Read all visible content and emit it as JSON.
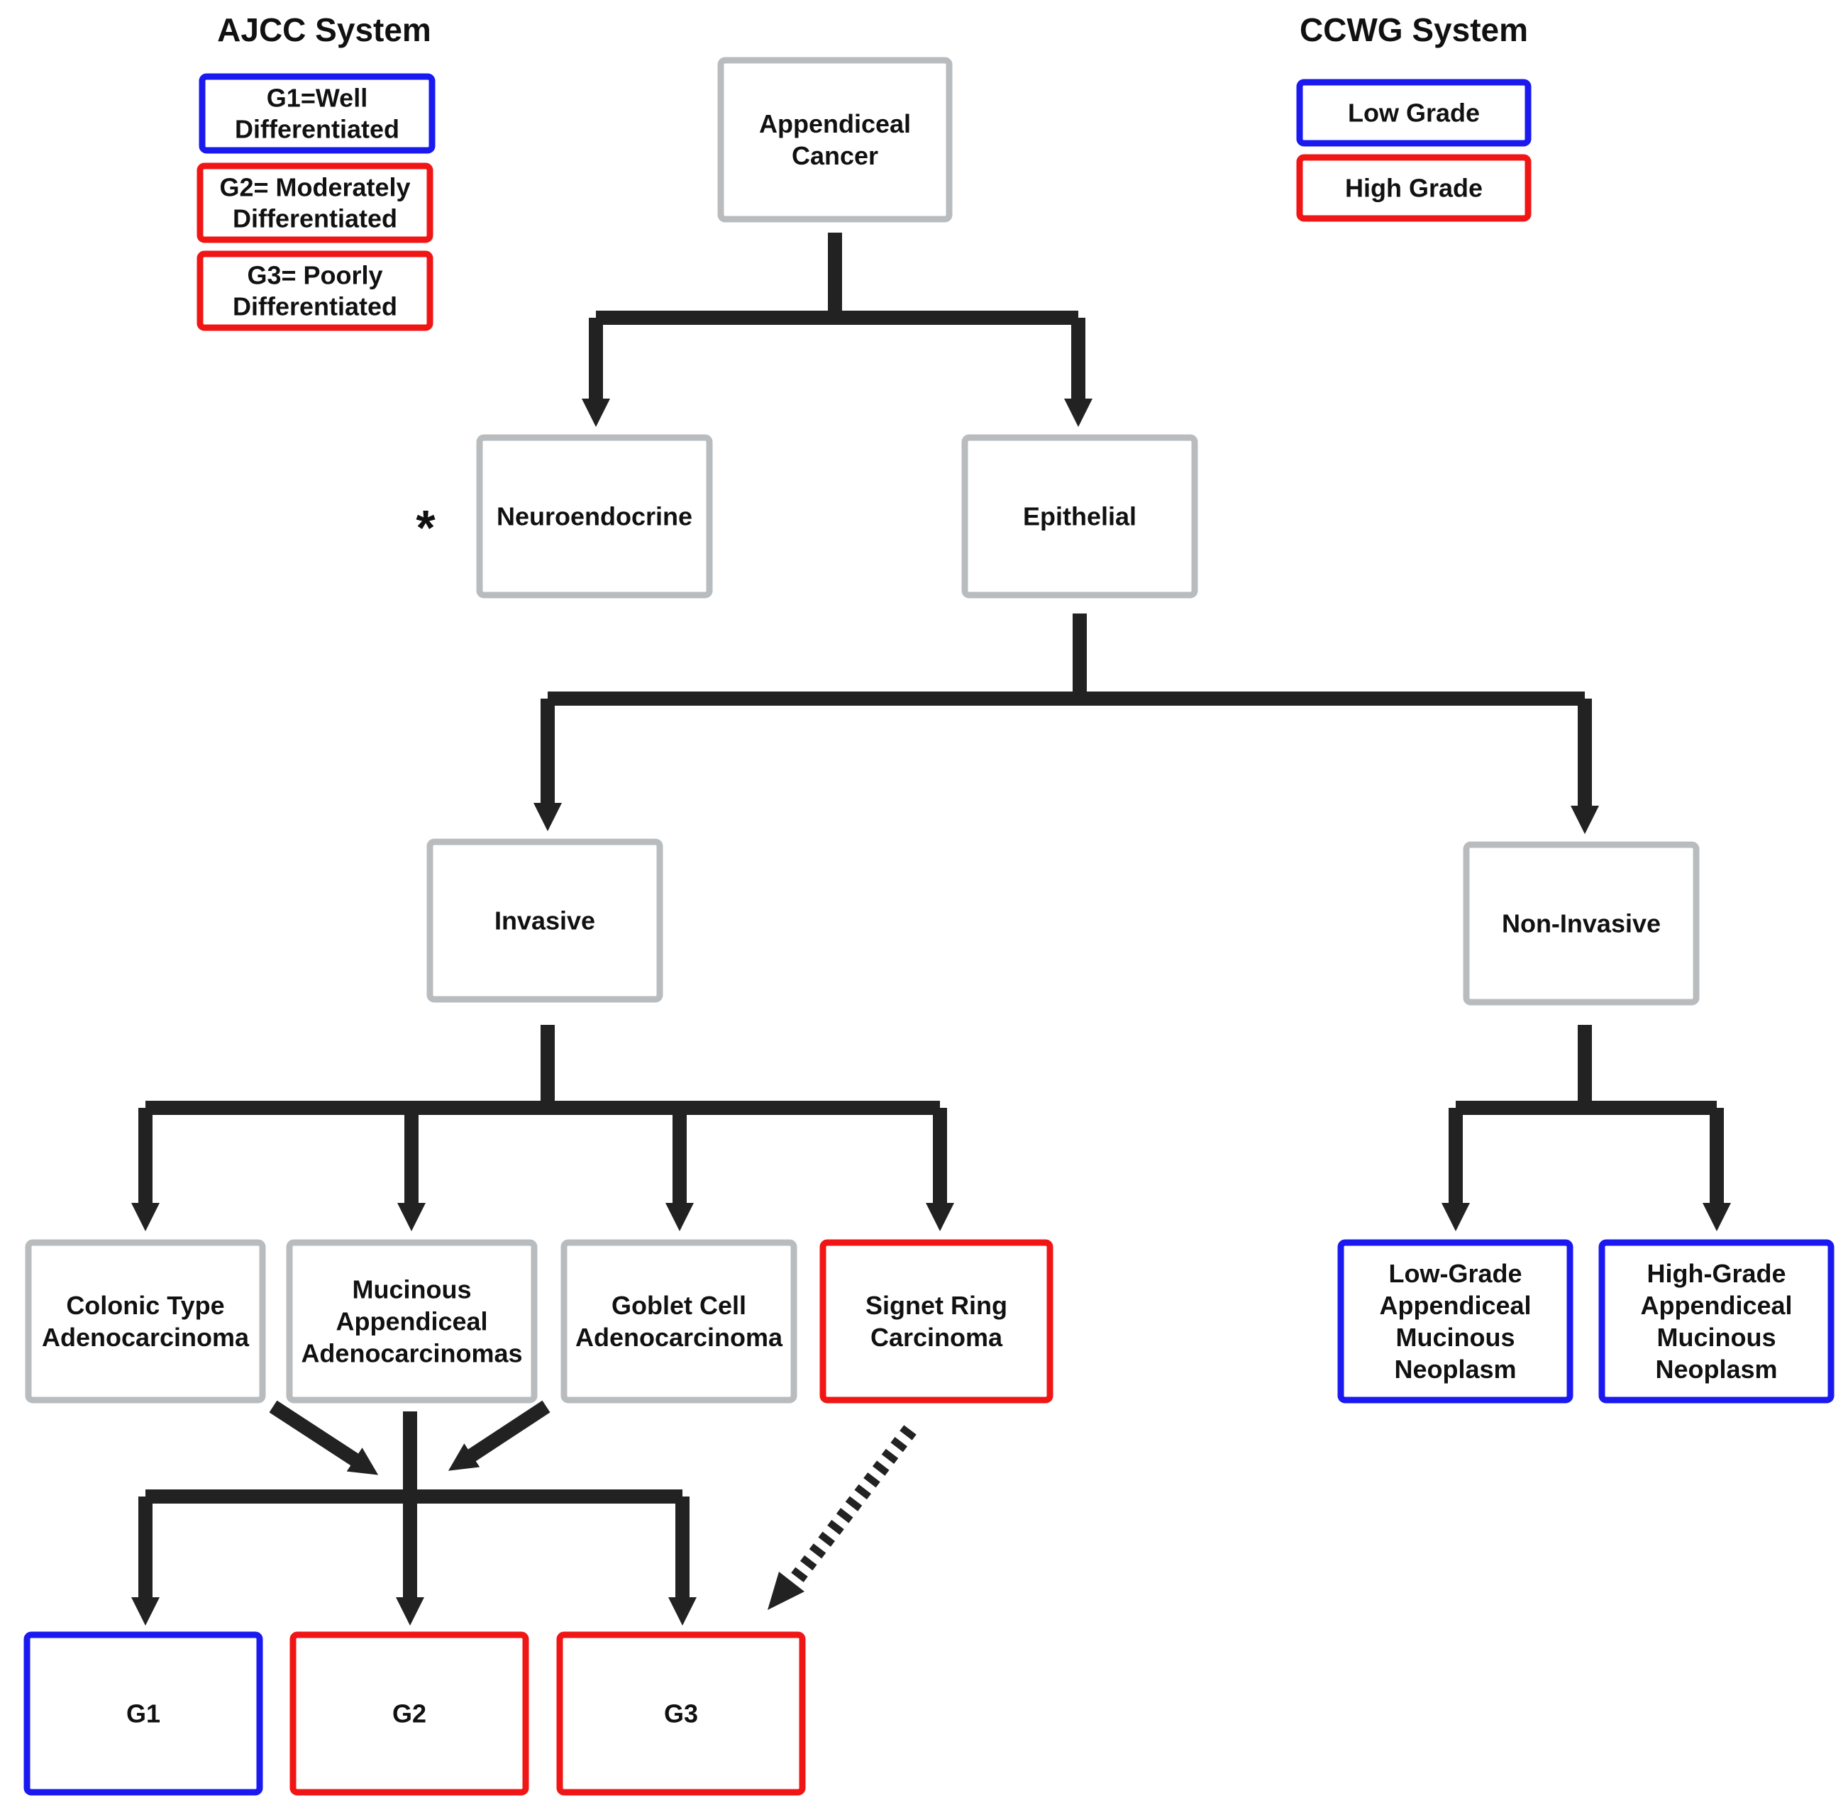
{
  "colors": {
    "gray_border": "#b9bcbf",
    "blue_border": "#1a1af0",
    "red_border": "#f01616",
    "connector": "#222222",
    "text": "#111111"
  },
  "legends": {
    "ajcc": {
      "title": "AJCC System",
      "items": [
        {
          "lines": [
            "G1=Well",
            "Differentiated"
          ],
          "color": "blue"
        },
        {
          "lines": [
            "G2= Moderately",
            "Differentiated"
          ],
          "color": "red"
        },
        {
          "lines": [
            "G3= Poorly",
            "Differentiated"
          ],
          "color": "red"
        }
      ]
    },
    "ccwg": {
      "title": "CCWG System",
      "items": [
        {
          "lines": [
            "Low Grade"
          ],
          "color": "blue"
        },
        {
          "lines": [
            "High Grade"
          ],
          "color": "red"
        }
      ]
    }
  },
  "nodes": {
    "appendiceal_cancer": {
      "lines": [
        "Appendiceal",
        "Cancer"
      ],
      "color": "gray"
    },
    "neuroendocrine": {
      "lines": [
        "Neuroendocrine"
      ],
      "color": "gray",
      "marker": "*"
    },
    "epithelial": {
      "lines": [
        "Epithelial"
      ],
      "color": "gray"
    },
    "invasive": {
      "lines": [
        "Invasive"
      ],
      "color": "gray"
    },
    "non_invasive": {
      "lines": [
        "Non-Invasive"
      ],
      "color": "gray"
    },
    "colonic_type": {
      "lines": [
        "Colonic Type",
        "Adenocarcinoma"
      ],
      "color": "gray"
    },
    "mucinous_appendiceal": {
      "lines": [
        "Mucinous",
        "Appendiceal",
        "Adenocarcinomas"
      ],
      "color": "gray"
    },
    "goblet_cell": {
      "lines": [
        "Goblet Cell",
        "Adenocarcinoma"
      ],
      "color": "gray"
    },
    "signet_ring": {
      "lines": [
        "Signet Ring",
        "Carcinoma"
      ],
      "color": "red"
    },
    "low_grade_neoplasm": {
      "lines": [
        "Low-Grade",
        "Appendiceal",
        "Mucinous",
        "Neoplasm"
      ],
      "color": "blue"
    },
    "high_grade_neoplasm": {
      "lines": [
        "High-Grade",
        "Appendiceal",
        "Mucinous",
        "Neoplasm"
      ],
      "color": "blue"
    },
    "g1": {
      "lines": [
        "G1"
      ],
      "color": "blue"
    },
    "g2": {
      "lines": [
        "G2"
      ],
      "color": "red"
    },
    "g3": {
      "lines": [
        "G3"
      ],
      "color": "red"
    }
  },
  "edges": [
    {
      "from": "appendiceal_cancer",
      "to": "neuroendocrine"
    },
    {
      "from": "appendiceal_cancer",
      "to": "epithelial"
    },
    {
      "from": "epithelial",
      "to": "invasive"
    },
    {
      "from": "epithelial",
      "to": "non_invasive"
    },
    {
      "from": "invasive",
      "to": "colonic_type"
    },
    {
      "from": "invasive",
      "to": "mucinous_appendiceal"
    },
    {
      "from": "invasive",
      "to": "goblet_cell"
    },
    {
      "from": "invasive",
      "to": "signet_ring"
    },
    {
      "from": "non_invasive",
      "to": "low_grade_neoplasm"
    },
    {
      "from": "non_invasive",
      "to": "high_grade_neoplasm"
    },
    {
      "from": [
        "colonic_type",
        "mucinous_appendiceal",
        "goblet_cell"
      ],
      "to": [
        "g1",
        "g2",
        "g3"
      ]
    },
    {
      "from": "signet_ring",
      "to": "g3",
      "style": "dashed"
    }
  ]
}
